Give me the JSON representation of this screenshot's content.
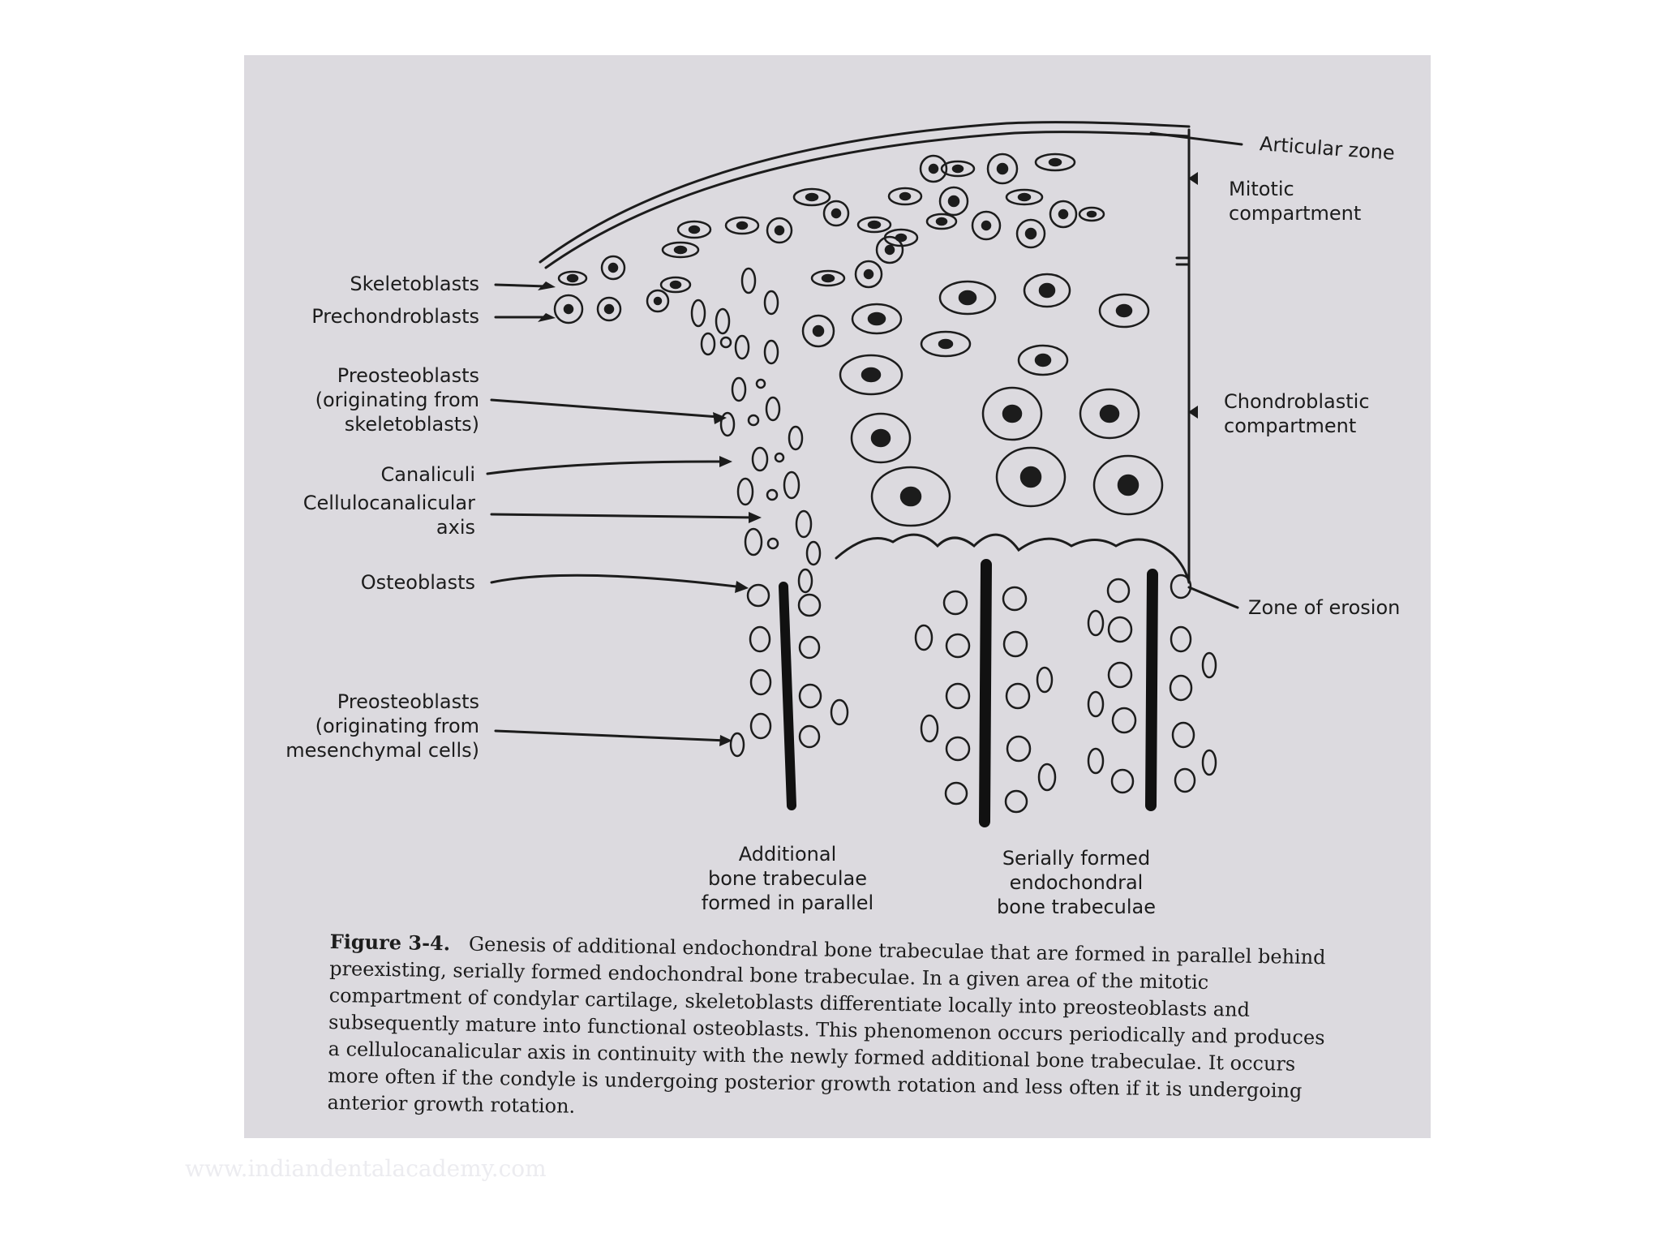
{
  "labels": {
    "skeletoblasts": "Skeletoblasts",
    "prechondroblasts": "Prechondroblasts",
    "preosteoblasts_skel": [
      "Preosteoblasts",
      "(originating from",
      "skeletoblasts)"
    ],
    "canaliculi": "Canaliculi",
    "cellulocanalicular": [
      "Cellulocanalicular",
      "axis"
    ],
    "osteoblasts": "Osteoblasts",
    "preosteoblasts_mes": [
      "Preosteoblasts",
      "(originating from",
      "mesenchymal cells)"
    ],
    "articular_zone": "Articular zone",
    "mitotic": [
      "Mitotic",
      "compartment"
    ],
    "chondroblastic": [
      "Chondroblastic",
      "compartment"
    ],
    "zone_of_erosion": "Zone of erosion",
    "additional": [
      "Additional",
      "bone trabeculae",
      "formed in parallel"
    ],
    "serially": [
      "Serially formed",
      "endochondral",
      "bone trabeculae"
    ]
  },
  "caption": {
    "figure_label": "Figure 3-4.",
    "text": "Genesis of additional endochondral bone trabeculae that are formed in parallel behind preexisting, serially formed endochondral bone trabeculae. In a given area of the mitotic compartment of condylar cartilage, skeletoblasts differentiate locally into preosteoblasts and subsequently mature into functional osteoblasts. This phenomenon occurs periodically and produces a cellulocanalicular axis in continuity with the newly formed additional bone trabeculae. It occurs more often if the condyle is undergoing posterior growth rotation and less often if it is undergoing anterior growth rotation."
  },
  "watermark": "www.indiandentalacademy.com",
  "colors": {
    "page": "#dcdadf",
    "ink": "#1c1c1c"
  }
}
